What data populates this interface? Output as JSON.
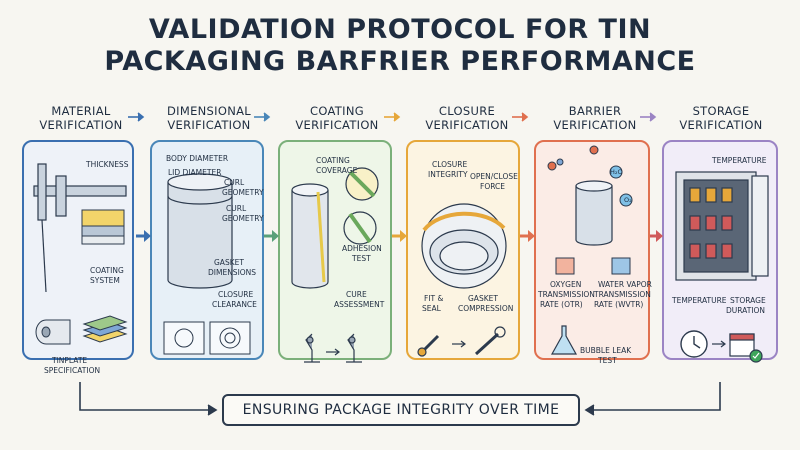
{
  "title": {
    "line1": "VALIDATION PROTOCOL FOR TIN",
    "line2": "PACKAGING BARFRIER PERFORMANCE"
  },
  "stages": [
    {
      "heading_line1": "MATERIAL",
      "heading_line2": "VERIFICATION",
      "labels": [
        "THICKNESS",
        "COATING",
        "SYSTEM",
        "TINPLATE",
        "SPECIFICATION"
      ]
    },
    {
      "heading_line1": "DIMENSIONAL",
      "heading_line2": "VERIFICATION",
      "labels": [
        "BODY DIAMETER",
        "LID DIAMETER",
        "CURL",
        "GEOMETRY",
        "CURL",
        "GEOMETRY",
        "GASKET",
        "DIMENSIONS",
        "CLOSURE",
        "CLEARANCE"
      ]
    },
    {
      "heading_line1": "COATING",
      "heading_line2": "VERIFICATION",
      "labels": [
        "COATING",
        "COVERAGE",
        "ADHESION",
        "TEST",
        "CURE",
        "ASSESSMENT"
      ]
    },
    {
      "heading_line1": "CLOSURE",
      "heading_line2": "VERIFICATION",
      "labels": [
        "CLOSURE",
        "INTEGRITY",
        "OPEN/CLOSE",
        "FORCE",
        "FIT &",
        "SEAL",
        "GASKET",
        "COMPRESSION"
      ]
    },
    {
      "heading_line1": "BARRIER",
      "heading_line2": "VERIFICATION",
      "labels": [
        "OXYGEN",
        "TRANSMISSION",
        "RATE (OTR)",
        "WATER VAPOR",
        "TRANSMISSION",
        "RATE (WVTR)",
        "BUBBLE LEAK",
        "TEST",
        "H₂O",
        "O₂"
      ]
    },
    {
      "heading_line1": "STORAGE",
      "heading_line2": "VERIFICATION",
      "labels": [
        "TEMPERATURE",
        "TEMPERATURE",
        "STORAGE",
        "DURATION"
      ]
    }
  ],
  "footer": "ENSURING PACKAGE INTEGRITY OVER TIME",
  "colors": {
    "material": "#3a6fb0",
    "dimensional": "#4a87b8",
    "coating": "#7bb07a",
    "closure": "#e6a73a",
    "barrier": "#e0704f",
    "storage": "#9b84c4",
    "ink": "#1f2d40"
  }
}
